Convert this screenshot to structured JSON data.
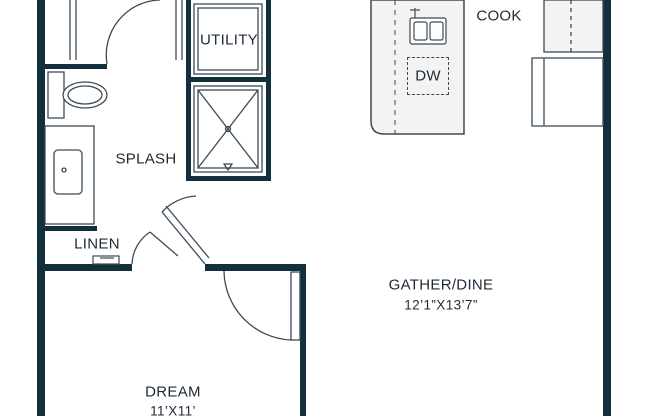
{
  "floorplan": {
    "colors": {
      "wall": "#12303c",
      "line": "#3d4a55",
      "counter": "#f3f3f3",
      "text": "#1d2a36"
    },
    "rooms": {
      "utility": {
        "label": "UTILITY"
      },
      "cook": {
        "label": "COOK"
      },
      "dishwasher": {
        "label": "DW"
      },
      "splash": {
        "label": "SPLASH"
      },
      "linen": {
        "label": "LINEN"
      },
      "gather_dine": {
        "label": "GATHER/DINE",
        "dimensions": "12’1”X13’7”"
      },
      "dream": {
        "label": "DREAM",
        "dimensions": "11’X11’"
      }
    }
  }
}
